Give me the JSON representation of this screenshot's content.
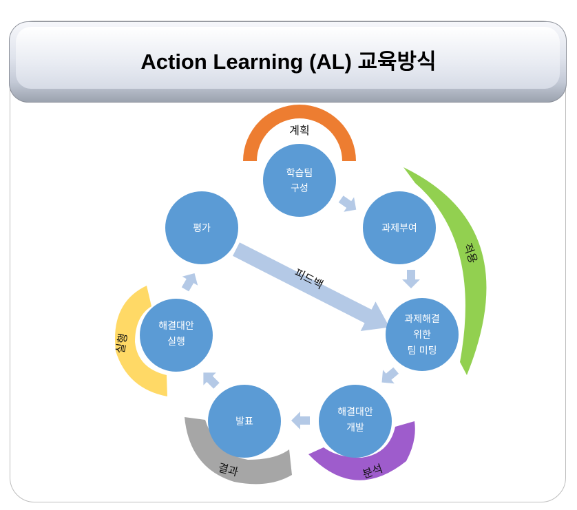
{
  "title": "Action Learning (AL) 교육방식",
  "colors": {
    "circle": "#5b9bd5",
    "arrow": "#b4c9e6",
    "plan": "#ed7d31",
    "apply": "#92d050",
    "analysis": "#9e5ccc",
    "result": "#a6a6a6",
    "execute": "#ffd966"
  },
  "steps": {
    "team": [
      "학습팀",
      "구성"
    ],
    "assign": [
      "과제부여"
    ],
    "meeting": [
      "과제해결",
      "위한",
      "팀 미팅"
    ],
    "develop": [
      "해결대안",
      "개발"
    ],
    "present": [
      "발표"
    ],
    "implement": [
      "해결대안",
      "실행"
    ],
    "evaluate": [
      "평가"
    ]
  },
  "feedback": "피드백",
  "arcs": {
    "plan": "계획",
    "apply": "적용",
    "analysis": "분석",
    "result": "결과",
    "execute": "실행"
  }
}
